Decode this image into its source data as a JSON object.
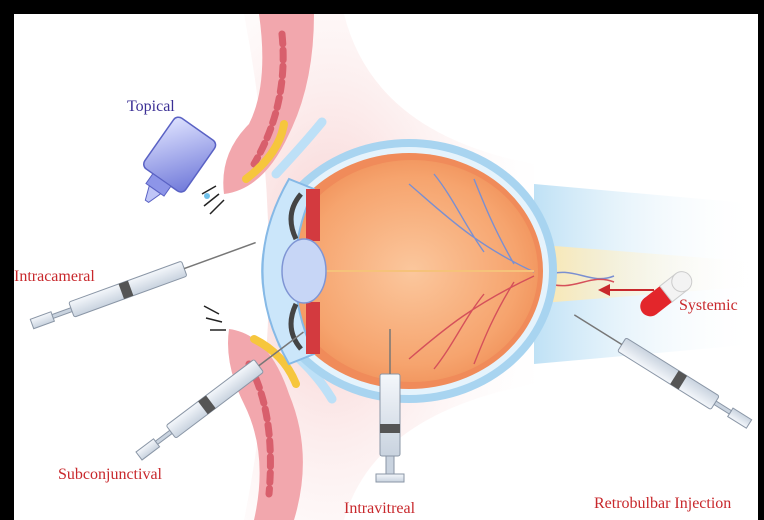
{
  "labels": {
    "topical": "Topical",
    "intracameral": "Intracameral",
    "systemic": "Systemic",
    "subconjunctival": "Subconjunctival",
    "intravitreal": "Intravitreal",
    "retrobulbar": "Retrobulbar Injection"
  },
  "colors": {
    "label_red": "#c8282c",
    "label_blue": "#3b2f95",
    "eye_orange": "#f7a671",
    "sclera_blue": "#a8d4f0",
    "eyelid_pink": "#f0a7ad"
  }
}
